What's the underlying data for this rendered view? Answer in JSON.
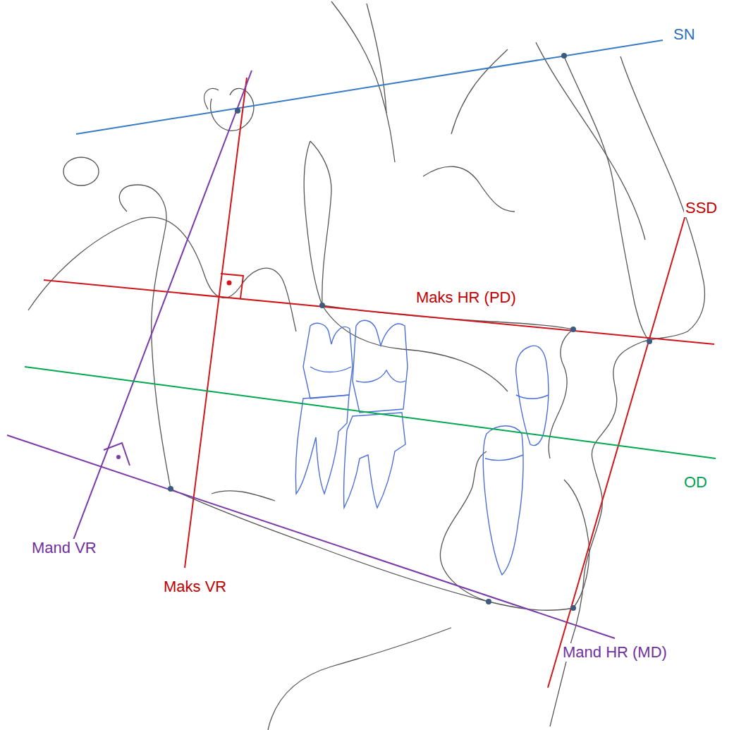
{
  "diagram": {
    "labels": [
      "SN",
      "SSD",
      "Maks HR (PD)",
      "OD",
      "Mand VR",
      "Maks VR",
      "Mand HR (MD)"
    ]
  }
}
